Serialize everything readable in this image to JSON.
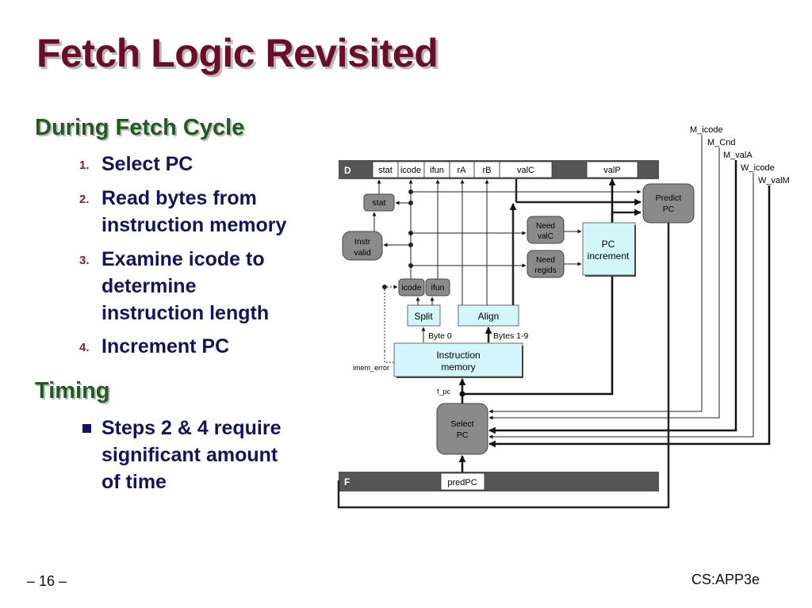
{
  "slide": {
    "title": "Fetch Logic Revisited",
    "section1": "During Fetch Cycle",
    "steps": [
      {
        "num": "1.",
        "text": "Select PC"
      },
      {
        "num": "2.",
        "line1": "Read bytes from",
        "line2": "instruction memory"
      },
      {
        "num": "3.",
        "line1": "Examine icode to",
        "line2": "determine",
        "line3": "instruction length"
      },
      {
        "num": "4.",
        "text": "Increment PC"
      }
    ],
    "section2": "Timing",
    "timing_bullet": {
      "line1": "Steps 2 & 4 require",
      "line2": "significant amount",
      "line3": "of time"
    },
    "page_number": "– 16 –",
    "course": "CS:APP3e"
  },
  "diagram": {
    "d_reg": {
      "label": "D",
      "fields": [
        "stat",
        "icode",
        "ifun",
        "rA",
        "rB",
        "valC",
        "valP"
      ]
    },
    "f_reg": {
      "label": "F",
      "field": "predPC"
    },
    "inputs": [
      "M_icode",
      "M_Cnd",
      "M_valA",
      "W_icode",
      "W_valM"
    ],
    "blocks": {
      "stat": "stat",
      "instr_valid": [
        "Instr",
        "valid"
      ],
      "icode": "icode",
      "ifun": "ifun",
      "need_valc": [
        "Need",
        "valC"
      ],
      "need_regids": [
        "Need",
        "regids"
      ],
      "pc_increment": [
        "PC",
        "increment"
      ],
      "predict_pc": [
        "Predict",
        "PC"
      ],
      "split": "Split",
      "align": "Align",
      "instr_memory": [
        "Instruction",
        "memory"
      ],
      "select_pc": [
        "Select",
        "PC"
      ]
    },
    "labels": {
      "byte0": "Byte 0",
      "bytes19": "Bytes 1-9",
      "imem_error": "imem_error",
      "f_pc": "f_pc"
    }
  },
  "colors": {
    "title": "#6b0e2a",
    "heading": "#1f5d1f",
    "text": "#14145e",
    "number": "#8b1a2a",
    "register_bar": "#555555",
    "logic_gray": "#8a8a8a",
    "hardware_cyan": "#d2f6fa"
  }
}
